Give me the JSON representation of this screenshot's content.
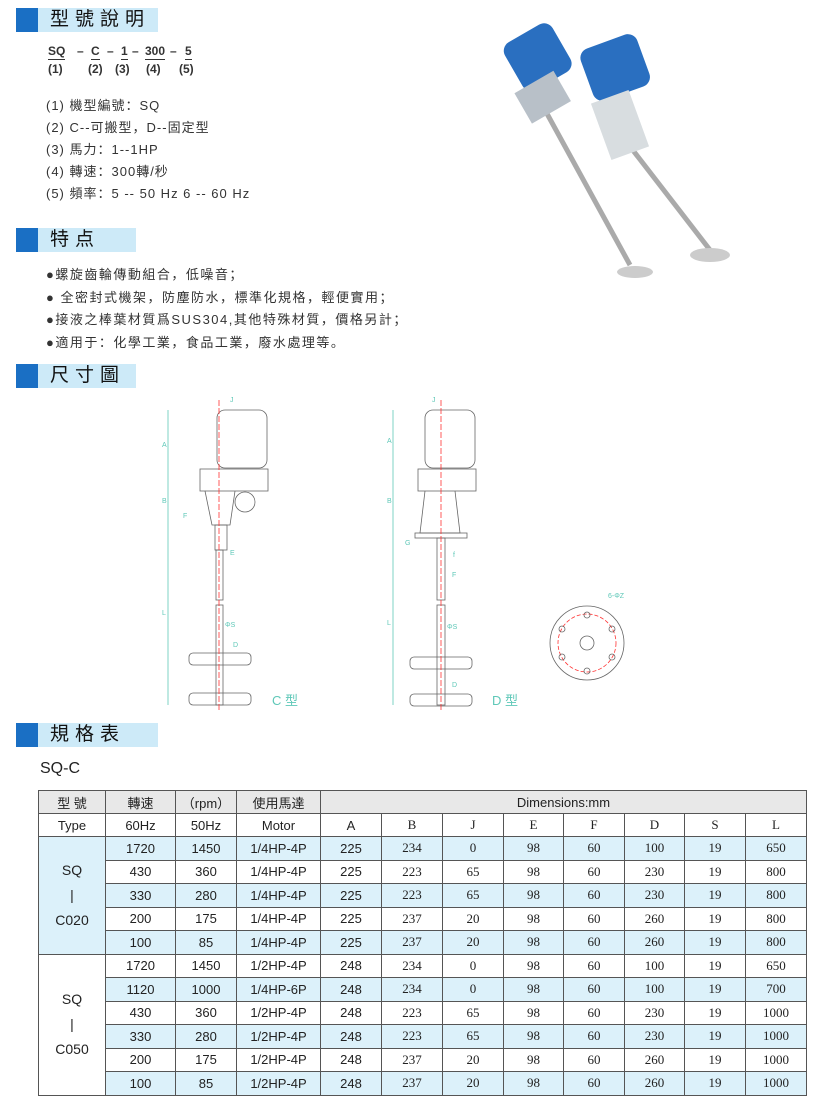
{
  "sections": {
    "model": "型號說明",
    "features": "特点",
    "dims": "尺寸圖",
    "specs": "規格表"
  },
  "code": {
    "parts": [
      "SQ",
      "C",
      "1",
      "300",
      "5"
    ],
    "nums": [
      "(1)",
      "(2)",
      "(3)",
      "(4)",
      "(5)"
    ],
    "dash": "–"
  },
  "desc": [
    "(1) 機型編號：SQ",
    "(2) C--可搬型，D--固定型",
    "(3) 馬力：1--1HP",
    "(4) 轉速：300轉/秒",
    "(5) 頻率：5 -- 50 Hz  6 -- 60 Hz"
  ],
  "features": [
    "●螺旋齒輪傳動組合，低噪音；",
    "● 全密封式機架，防塵防水，標準化規格，輕便實用；",
    "●接液之棒葉材質爲SUS304,其他特殊材質，價格另計；",
    "●適用于：化學工業，食品工業，廢水處理等。"
  ],
  "diagram": {
    "c_label": "C 型",
    "d_label": "D 型",
    "dims": [
      "A",
      "B",
      "J",
      "E",
      "F",
      "D",
      "L",
      "ΦS",
      "G",
      "f",
      "6-ΦZ"
    ]
  },
  "table": {
    "title": "SQ-C",
    "head1": [
      "型 號",
      "轉速",
      "（rpm）",
      "使用馬達",
      "Dimensions:mm"
    ],
    "head2": [
      "Type",
      "60Hz",
      "50Hz",
      "Motor",
      "A",
      "B",
      "J",
      "E",
      "F",
      "D",
      "S",
      "L"
    ],
    "groups": [
      {
        "name": [
          "SQ",
          "|",
          "C020"
        ],
        "rows": [
          [
            "1720",
            "1450",
            "1/4HP-4P",
            "225",
            "234",
            "0",
            "98",
            "60",
            "100",
            "19",
            "650"
          ],
          [
            "430",
            "360",
            "1/4HP-4P",
            "225",
            "223",
            "65",
            "98",
            "60",
            "230",
            "19",
            "800"
          ],
          [
            "330",
            "280",
            "1/4HP-4P",
            "225",
            "223",
            "65",
            "98",
            "60",
            "230",
            "19",
            "800"
          ],
          [
            "200",
            "175",
            "1/4HP-4P",
            "225",
            "237",
            "20",
            "98",
            "60",
            "260",
            "19",
            "800"
          ],
          [
            "100",
            "85",
            "1/4HP-4P",
            "225",
            "237",
            "20",
            "98",
            "60",
            "260",
            "19",
            "800"
          ]
        ]
      },
      {
        "name": [
          "SQ",
          "|",
          "C050"
        ],
        "rows": [
          [
            "1720",
            "1450",
            "1/2HP-4P",
            "248",
            "234",
            "0",
            "98",
            "60",
            "100",
            "19",
            "650"
          ],
          [
            "1120",
            "1000",
            "1/4HP-6P",
            "248",
            "234",
            "0",
            "98",
            "60",
            "100",
            "19",
            "700"
          ],
          [
            "430",
            "360",
            "1/2HP-4P",
            "248",
            "223",
            "65",
            "98",
            "60",
            "230",
            "19",
            "1000"
          ],
          [
            "330",
            "280",
            "1/2HP-4P",
            "248",
            "223",
            "65",
            "98",
            "60",
            "230",
            "19",
            "1000"
          ],
          [
            "200",
            "175",
            "1/2HP-4P",
            "248",
            "237",
            "20",
            "98",
            "60",
            "260",
            "19",
            "1000"
          ],
          [
            "100",
            "85",
            "1/2HP-4P",
            "248",
            "237",
            "20",
            "98",
            "60",
            "260",
            "19",
            "1000"
          ]
        ]
      }
    ]
  },
  "colors": {
    "accent": "#1a6fc4",
    "band": "#cdeaf8",
    "row": "#dcf1fa",
    "dim": "#5fc8b8"
  }
}
